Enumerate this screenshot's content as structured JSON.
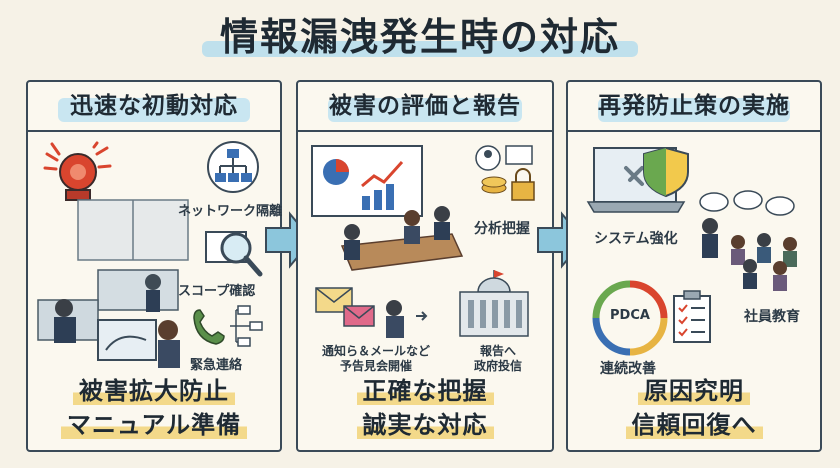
{
  "title": "情報漏洩発生時の対応",
  "panels": [
    {
      "heading": "迅速な初動対応",
      "labels": {
        "network": "ネットワーク隔離",
        "scope": "スコープ確認",
        "contact": "緊急連絡"
      },
      "footer": [
        "被害拡大防止",
        "マニュアル準備"
      ]
    },
    {
      "heading": "被害の評価と報告",
      "labels": {
        "analysis": "分析把握",
        "notify": "通知ら＆メールなど\n予告見会開催",
        "report": "報告へ\n政府投信"
      },
      "footer": [
        "正確な把握",
        "誠実な対応"
      ]
    },
    {
      "heading": "再発防止策の実施",
      "labels": {
        "system": "システム強化",
        "education": "社員教育",
        "improve": "連続改善",
        "pdca": "PDCA"
      },
      "footer": [
        "原因究明",
        "信頼回復へ"
      ]
    }
  ],
  "colors": {
    "accent_blue": "#bfe0ec",
    "highlight_yellow": "#f3d98a",
    "arrow_blue": "#8cc6dc",
    "alarm_red": "#d9452e"
  },
  "icons": [
    "alarm-bell-icon",
    "network-icon",
    "magnifier-icon",
    "phone-tree-icon",
    "presentation-chart-icon",
    "lock-icon",
    "envelope-icon",
    "government-building-icon",
    "laptop-shield-icon",
    "pdca-cycle-icon",
    "checklist-icon"
  ]
}
